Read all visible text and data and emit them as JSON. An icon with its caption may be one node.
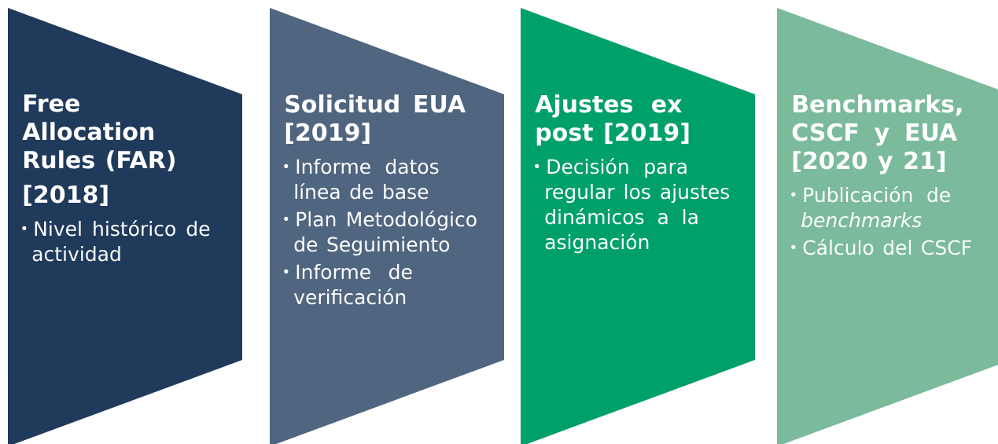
{
  "diagram": {
    "nodes": [
      {
        "text": [
          "Free Allocation Rules (FAR)",
          "[2018]",
          "Nivel histórico de actividad"
        ]
      },
      {
        "text": [
          "Solicitud EUA [2019]",
          "Informe datos línea de base",
          "Plan Metodológico de Seguimiento",
          "Informe de verificación"
        ]
      },
      {
        "text": [
          "Ajustes ex post [2019]",
          "Decisión para regular los ajustes dinámicos a la asignación"
        ]
      },
      {
        "text": [
          "Benchmarks, CSCF y EUA [2020 y 21]",
          "Publicación de *benchmarks*",
          "Cálculo del CSCF"
        ]
      }
    ]
  }
}
